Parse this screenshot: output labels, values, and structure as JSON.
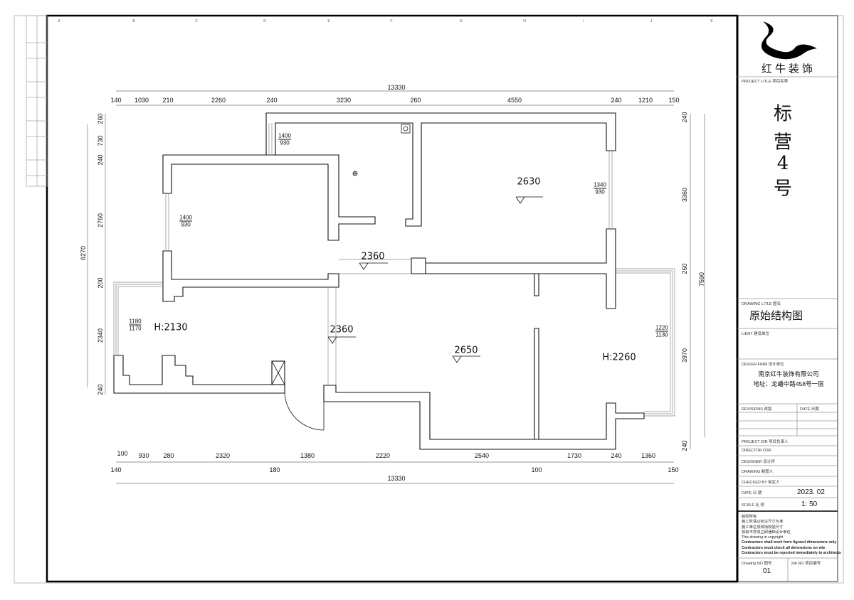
{
  "grid_letters": [
    "A",
    "B",
    "C",
    "D",
    "E",
    "F",
    "G",
    "H",
    "I",
    "J",
    "K"
  ],
  "dimensions": {
    "top_overall": "13330",
    "top": [
      "140",
      "1030",
      "210",
      "2260",
      "240",
      "3230",
      "260",
      "4550",
      "240",
      "1210",
      "150"
    ],
    "bottom_detail": [
      "100",
      "930",
      "280",
      "2320",
      "1380",
      "2220",
      "2540",
      "1730",
      "240",
      "1360"
    ],
    "bottom_axis": [
      "140",
      "180",
      "100",
      "150"
    ],
    "bottom_overall": "13330",
    "left": [
      "260",
      "730",
      "240",
      "2760",
      "200",
      "2340",
      "240"
    ],
    "left_overall": "6270",
    "right": [
      "240",
      "3360",
      "260",
      "3970",
      "240"
    ],
    "right_overall": "7590"
  },
  "plan": {
    "levels": [
      "2630",
      "2360",
      "2360",
      "2650"
    ],
    "heights": [
      "H:2130",
      "H:2260"
    ],
    "windows": [
      [
        "1400",
        "930"
      ],
      [
        "1400",
        "930"
      ],
      [
        "1340",
        "930"
      ],
      [
        "1180",
        "1170"
      ],
      [
        "1220",
        "1130"
      ]
    ]
  },
  "title_block": {
    "logo_text": "红牛装饰",
    "project_title_label": "PROJECT LITLE  项目名称",
    "project_name": [
      "标",
      "营",
      "4",
      "号"
    ],
    "drawing_title_label": "DRAWING LITLE  图名",
    "drawing_title": "原始结构图",
    "client_label": "LIENT  建设单位",
    "design_firm_label": "DESIGN FIRM  设计单位",
    "design_firm_name": "南京红牛装饰有限公司",
    "design_firm_address": "地址：龙蟠中路458号一层",
    "revisions_label": "REVISIONS  改版",
    "date_col_label": "DATE  日期",
    "project_dir_label": "PROJECT DIR   项目负责人",
    "director_label": "DIRECTOR DSR",
    "designer_label": "DESIGNER     设计师",
    "drawing_label": "DRAWING      制图人",
    "checked_label": "CHECKED BY   审定人",
    "date_label": "DATE         日  期",
    "date_value": "2023. 02",
    "scale_label": "SCALE        比  例",
    "scale_value": "1:  50",
    "notes": [
      "版权所有",
      "施工时请以标注尺寸为准",
      "施工单位须现场校验尺寸",
      "如有不符须立即通知设计单位",
      "This drawing in copyright",
      "Contractors shall work form figured dimensions only",
      "Contractors must check all dimensions on site",
      "Contractors must be reported immediately to architects"
    ],
    "drawing_no_label": "Drawing NO  图号",
    "drawing_no": "01",
    "job_no_label": "Job NO  项目编号"
  },
  "colors": {
    "line": "#111111",
    "thin": "#888888"
  }
}
